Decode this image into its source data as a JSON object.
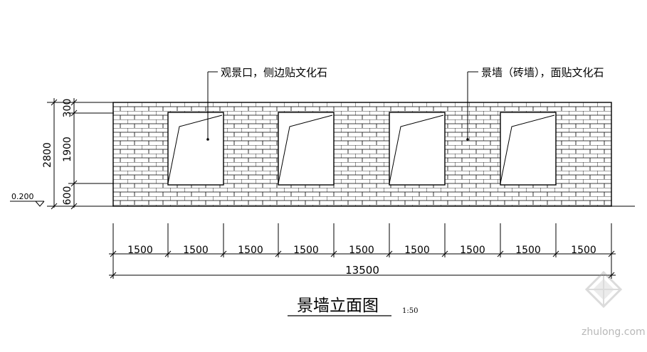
{
  "drawing": {
    "title": "景墙立面图",
    "scale": "1:50",
    "annotations": {
      "window_note": "观景口，侧边贴文化石",
      "wall_note": "景墙（砖墙），面贴文化石"
    },
    "level_mark": "0.200",
    "vertical_dimensions": {
      "total": "2800",
      "top_band": "300",
      "window": "1900",
      "base": "600"
    },
    "segment_labels": [
      "1500",
      "1500",
      "1500",
      "1500",
      "1500",
      "1500",
      "1500",
      "1500",
      "1500"
    ],
    "overall_length": "13500",
    "openings": 4,
    "watermark": "zhulong.com"
  }
}
